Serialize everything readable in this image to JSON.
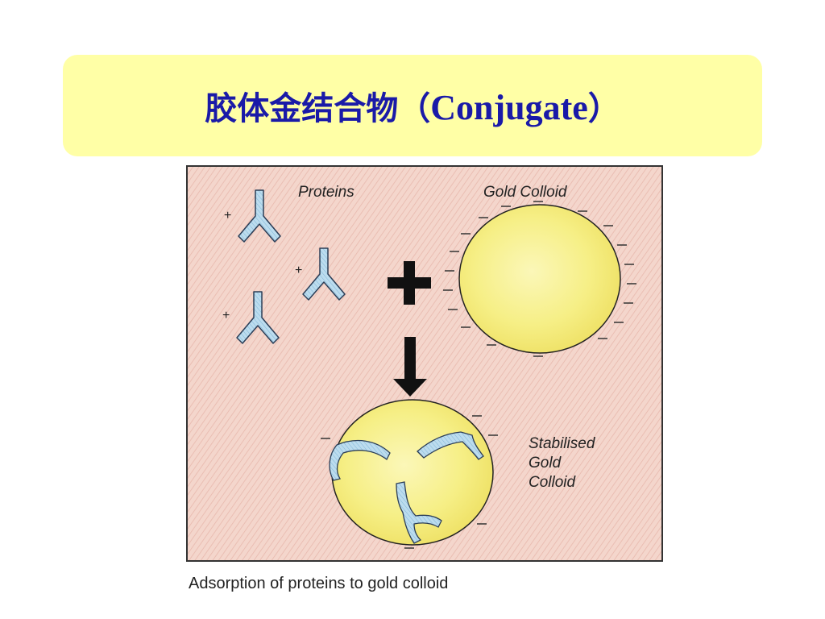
{
  "title": {
    "text_cn": "胶体金结合物",
    "paren_open": "（",
    "text_en": "Conjugate",
    "paren_close": "）"
  },
  "figure": {
    "label_proteins": "Proteins",
    "label_gold_colloid": "Gold Colloid",
    "label_stabilised": [
      "Stabilised",
      "Gold",
      "Colloid"
    ],
    "charge_positive": "+",
    "caption": "Adsorption of proteins to gold colloid",
    "colors": {
      "panel": "#f3d2c8",
      "gold": "#f6ef86",
      "protein": "#a9d3ea",
      "title_bg": "#ffffa6",
      "title_text": "#1a1aa8"
    }
  }
}
